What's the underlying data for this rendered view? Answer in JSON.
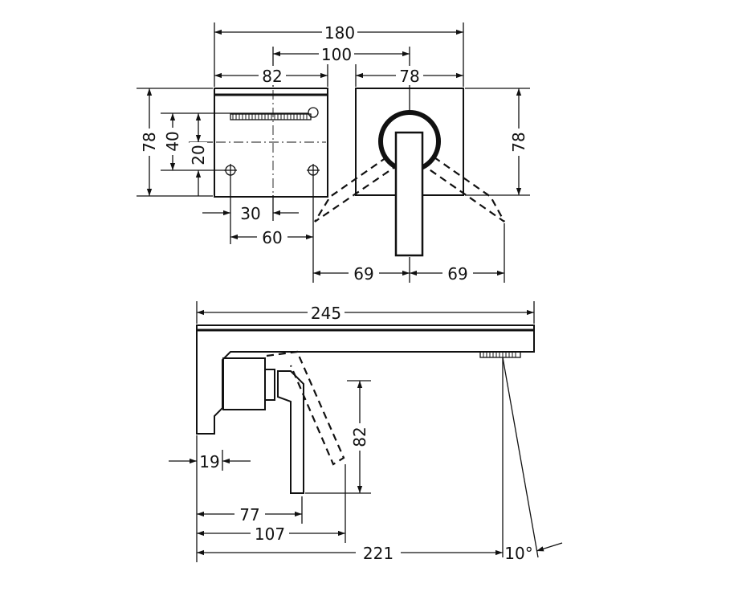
{
  "drawing": {
    "front_view": {
      "overall_width": "180",
      "center_distance": "100",
      "plate_left_width": "82",
      "plate_right_width": "78",
      "height_left": "78",
      "height_right": "78",
      "hole_offset": "40",
      "hole_spacing_v": "20",
      "hole_center_x": "30",
      "hole_spacing_h": "60",
      "swing_left": "69",
      "swing_right": "69"
    },
    "side_view": {
      "spout_length": "245",
      "wall_depth": "19",
      "lever_height": "82",
      "lever_offset": "77",
      "lever_reach": "107",
      "outlet_distance": "221",
      "spray_angle": "10°"
    }
  }
}
